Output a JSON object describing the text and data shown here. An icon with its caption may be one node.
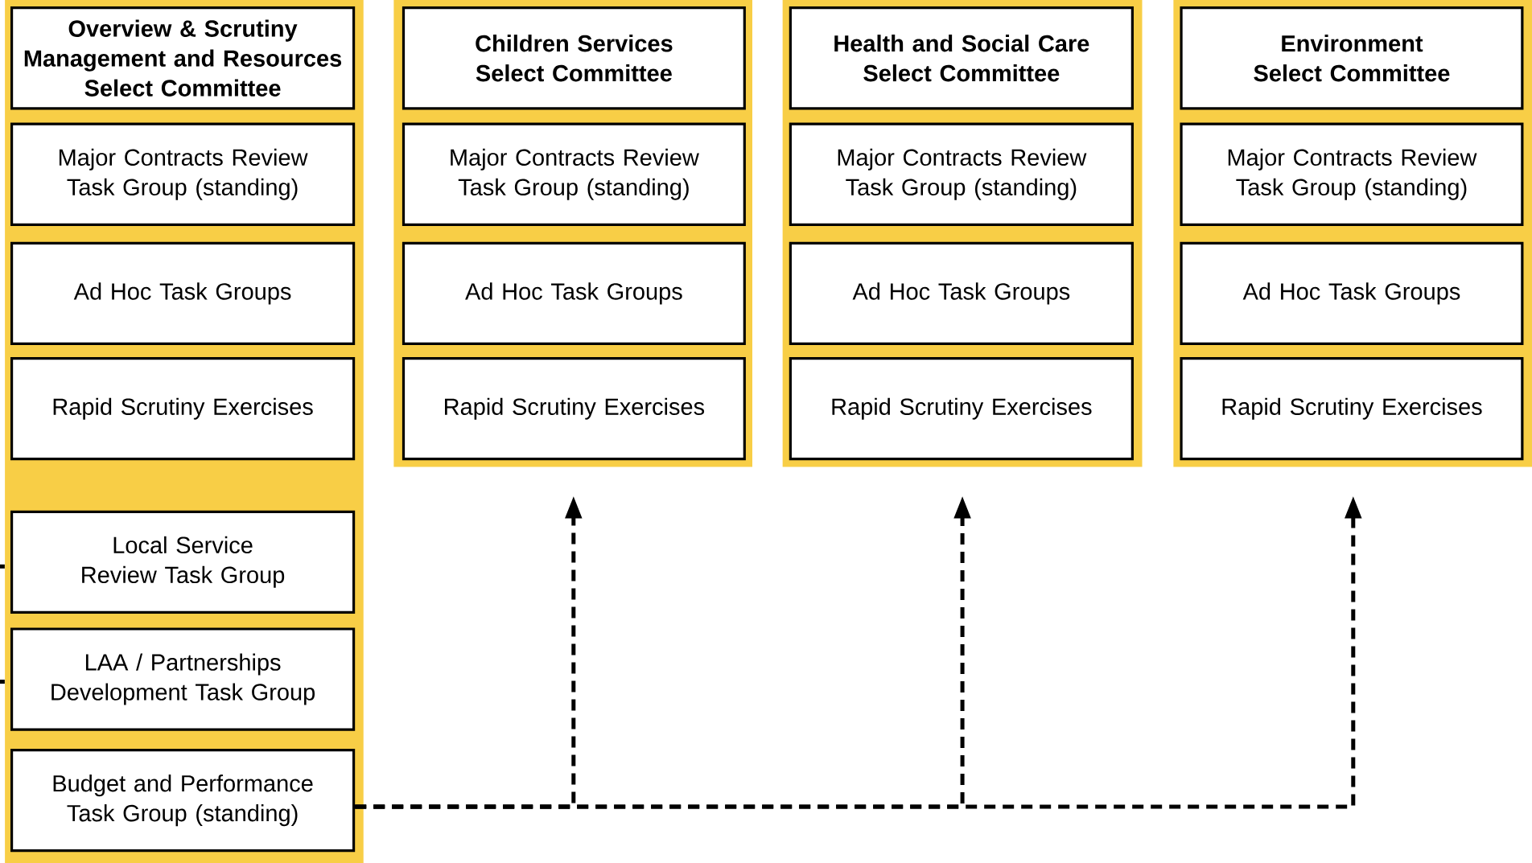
{
  "diagram": {
    "nodes": [
      {
        "text": [],
        "shape": "band"
      },
      {
        "text": [
          "Overview & Scrutiny Management and Resources Select Committee"
        ],
        "in": 0
      },
      {
        "text": [
          "Major Contracts Review Task Group (standing)"
        ],
        "in": 0
      },
      {
        "text": [
          "Ad Hoc Task Groups"
        ],
        "in": 0
      },
      {
        "text": [
          "Rapid Scrutiny Exercises"
        ],
        "in": 0
      },
      {
        "text": [
          "Local Service Review Task Group"
        ],
        "in": 0
      },
      {
        "text": [
          "LAA / Partnerships Development Task Group"
        ],
        "in": 0
      },
      {
        "text": [
          "Budget and Performance Task Group (standing)"
        ],
        "in": 0
      },
      {
        "text": [],
        "shape": "band"
      },
      {
        "text": [
          "Children Services Select Committee"
        ],
        "in": 8
      },
      {
        "text": [
          "Major Contracts Review Task Group (standing)"
        ],
        "in": 8
      },
      {
        "text": [
          "Ad Hoc Task Groups"
        ],
        "in": 8
      },
      {
        "text": [
          "Rapid Scrutiny Exercises"
        ],
        "in": 8
      },
      {
        "text": [],
        "shape": "band"
      },
      {
        "text": [
          "Health and Social Care Select Committee"
        ],
        "in": 13
      },
      {
        "text": [
          "Major Contracts Review Task Group (standing)"
        ],
        "in": 13
      },
      {
        "text": [
          "Ad Hoc Task Groups"
        ],
        "in": 13
      },
      {
        "text": [
          "Rapid Scrutiny Exercises"
        ],
        "in": 13
      },
      {
        "text": [],
        "shape": "band"
      },
      {
        "text": [
          "Environment Select Committee"
        ],
        "in": 18
      },
      {
        "text": [
          "Major Contracts Review Task Group (standing)"
        ],
        "in": 18
      },
      {
        "text": [
          "Ad Hoc Task Groups"
        ],
        "in": 18
      },
      {
        "text": [
          "Rapid Scrutiny Exercises"
        ],
        "in": 18
      }
    ],
    "edges": [
      {
        "from": 7,
        "to": 8,
        "arrow": "to",
        "style": "dashed"
      },
      {
        "from": 7,
        "to": 13,
        "arrow": "to",
        "style": "dashed"
      },
      {
        "from": 7,
        "to": 18,
        "arrow": "to",
        "style": "dashed"
      },
      {
        "from": null,
        "to": 0,
        "arrow": "none"
      },
      {
        "from": null,
        "to": 0,
        "arrow": "none"
      }
    ]
  }
}
